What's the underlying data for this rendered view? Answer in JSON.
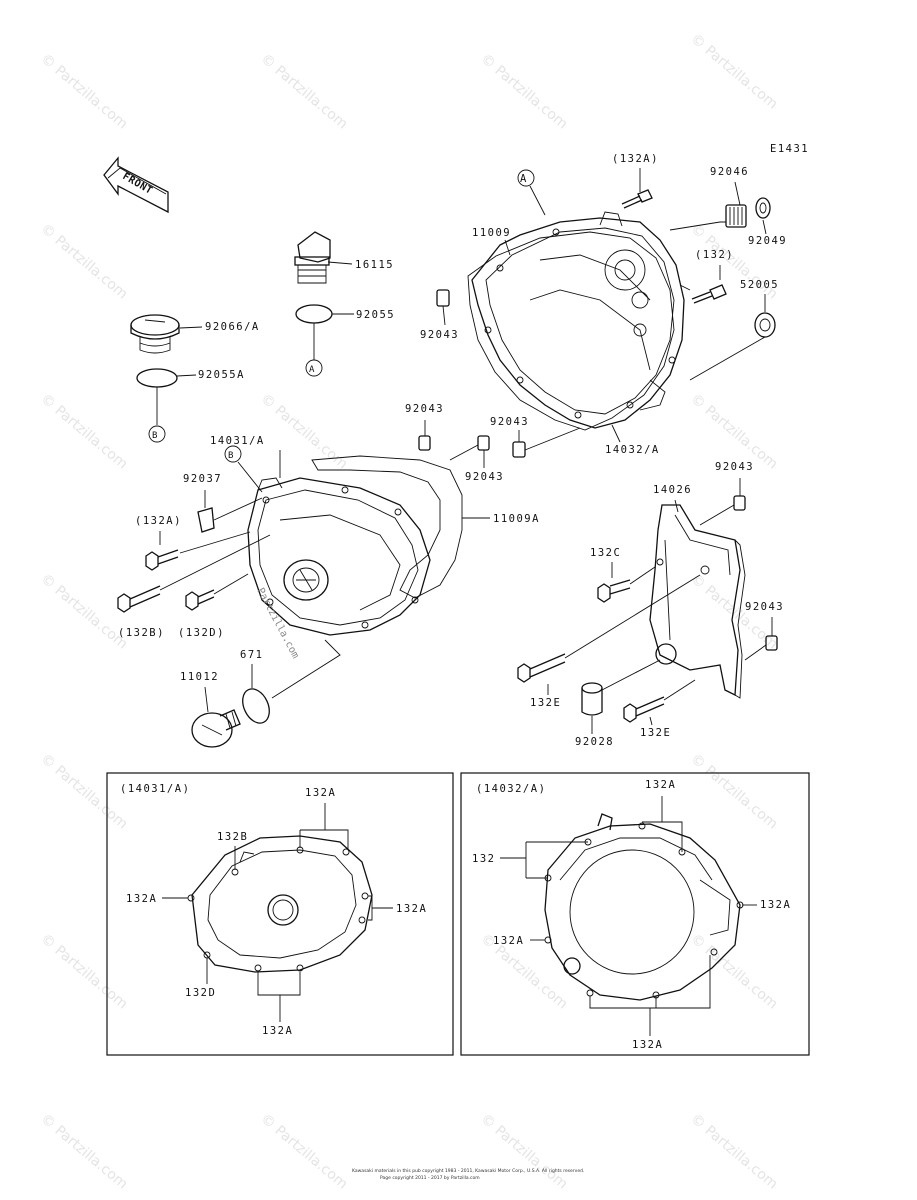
{
  "diagram_code": "E1431",
  "front_arrow_label": "FRONT",
  "watermark_text": "© Partzilla.com",
  "mid_watermark": "Partzilla.com",
  "footer_line1": "Kawasaki materials in this pub copyright 1983 - 2011, Kawasaki Motor Corp., U.S.A. All rights reserved.",
  "footer_line2": "Page copyright 2011 - 2017 by Partzilla.com",
  "labels": {
    "132A_top": "(132A)",
    "92046": "92046",
    "A_top": "A",
    "11009": "11009",
    "92049": "92049",
    "132_paren": "(132)",
    "52005": "52005",
    "16115": "16115",
    "92055": "92055",
    "A_small": "A",
    "92066A": "92066/A",
    "92055A": "92055A",
    "B_small": "B",
    "92043_a": "92043",
    "92043_b": "92043",
    "92043_c": "92043",
    "92043_d": "92043",
    "92043_e": "92043",
    "92043_f": "92043",
    "14032A": "14032/A",
    "B_mid": "B",
    "14031A": "14031/A",
    "92037": "92037",
    "132A_paren": "(132A)",
    "11009A": "11009A",
    "14026": "14026",
    "132C": "132C",
    "132B_paren": "(132B)",
    "132D_paren": "(132D)",
    "671": "671",
    "11012": "11012",
    "132E_a": "132E",
    "132E_b": "132E",
    "92028": "92028"
  },
  "detail_left": {
    "title": "(14031/A)",
    "labels": [
      "132A",
      "132B",
      "132A",
      "132A",
      "132D",
      "132A"
    ]
  },
  "detail_right": {
    "title": "(14032/A)",
    "labels": [
      "132A",
      "132",
      "132A",
      "132A",
      "132A"
    ]
  }
}
